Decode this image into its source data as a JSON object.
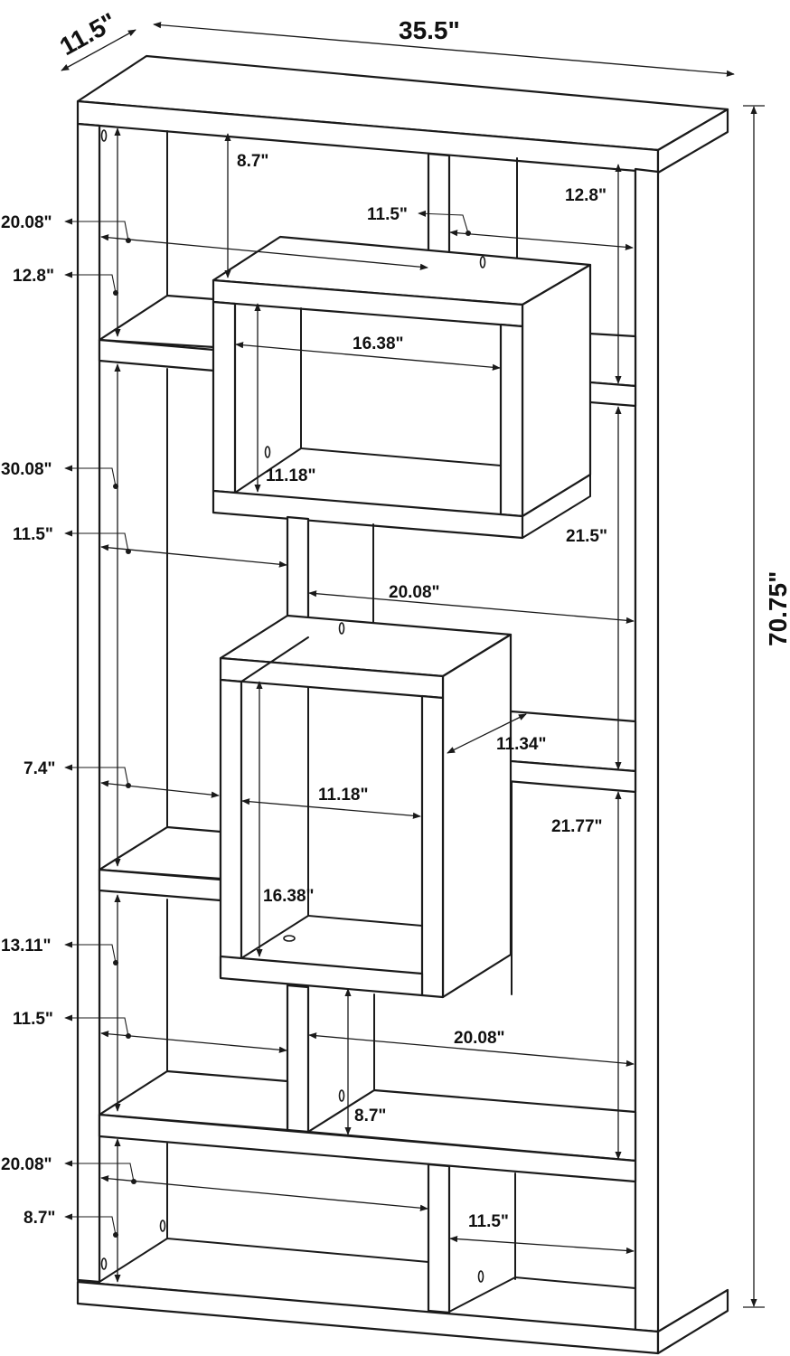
{
  "overall": {
    "depth": "11.5\"",
    "width": "35.5\"",
    "height": "70.75\""
  },
  "left_labels": {
    "l1": "20.08\"",
    "l2": "12.8\"",
    "l3": "30.08\"",
    "l4": "11.5\"",
    "l5": "7.4\"",
    "l6": "13.11\"",
    "l7": "11.5\"",
    "l8": "20.08\"",
    "l9": "8.7\""
  },
  "inner_labels": {
    "top_height": "8.7\"",
    "top_right_depth": "11.5\"",
    "top_right_height": "12.8\"",
    "upper_cube_width": "16.38\"",
    "upper_cube_height": "11.18\"",
    "right_tall_height": "21.5\"",
    "middle_width": "20.08\"",
    "right_shelf_depth": "11.34\"",
    "lower_cube_width": "11.18\"",
    "right_lower_height": "21.77\"",
    "lower_cube_height": "16.38\"",
    "lower_middle_width": "20.08\"",
    "lower_middle_height": "8.7\"",
    "bottom_right_depth": "11.5\""
  },
  "colors": {
    "line": "#1a1a1a",
    "background": "#ffffff"
  }
}
